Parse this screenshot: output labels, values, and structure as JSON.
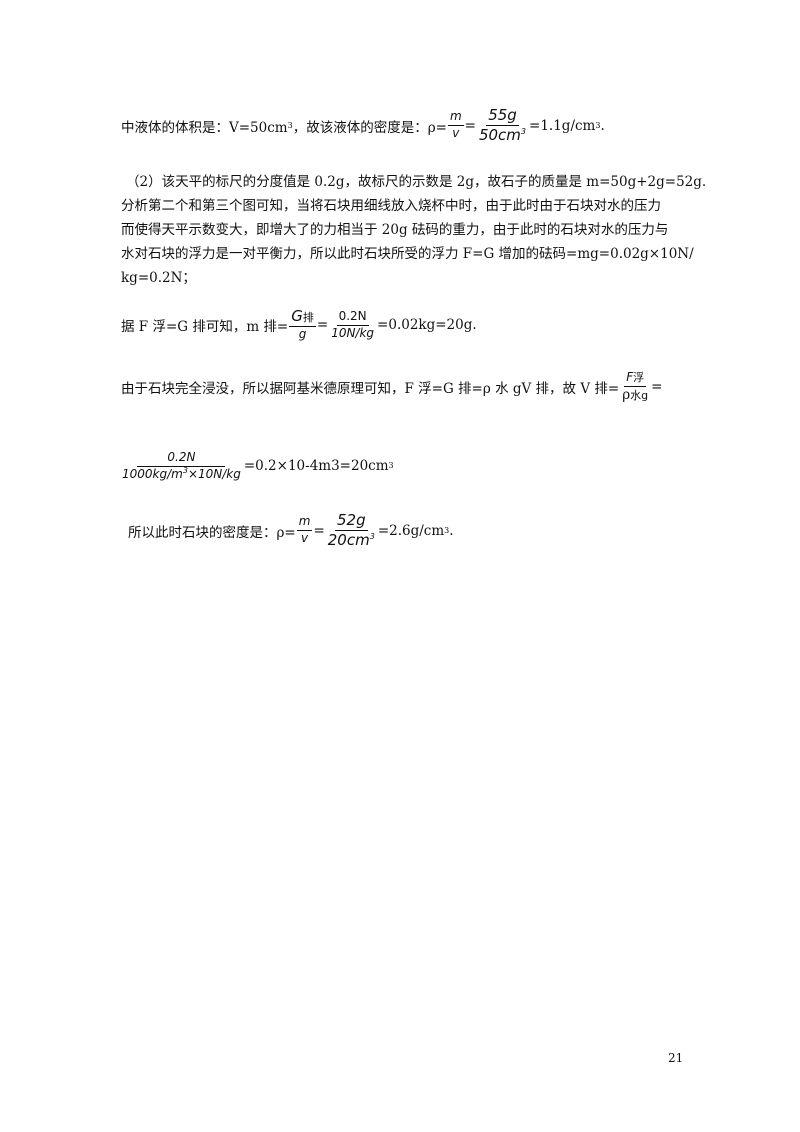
{
  "lines": {
    "l1": {
      "a": "中液体的体积是：V=50cm",
      "sup1": "3",
      "b": "，故该液体的密度是：ρ=",
      "num1": "m",
      "den1": "v",
      "eq": "=",
      "num2": "55g",
      "den2": "50cm",
      "den2_sup": "3",
      "c": "=1.1g/cm",
      "sup2": "3",
      "d": "."
    },
    "l2": "（2）该天平的标尺的分度值是 0.2g，故标尺的示数是 2g，故石子的质量是 m=50g+2g=52g.",
    "l3": "分析第二个和第三个图可知，当将石块用细线放入烧杯中时，由于此时由于石块对水的压力",
    "l4": "而使得天平示数变大，即增大了的力相当于 20g 砝码的重力，由于此时的石块对水的压力与",
    "l5": "水对石块的浮力是一对平衡力，所以此时石块所受的浮力 F=G 增加的砝码=mg=0.02g×10N/",
    "l6": "kg=0.2N；",
    "l7": {
      "a": "据 F 浮=G 排可知，m 排=",
      "num1": "G",
      "num1_sub": "排",
      "den1": "g",
      "eq": "=",
      "num2": "0.2N",
      "den2": "10N/kg",
      "b": "=0.02kg=20g."
    },
    "l8": {
      "a": "由于石块完全浸没，所以据阿基米德原理可知，F 浮=G 排=ρ 水 gV 排，故 V 排=",
      "num": "F",
      "num_sub": "浮",
      "den": "ρ",
      "den_sub": "水g",
      "b": "="
    },
    "l9": {
      "num": "0.2N",
      "den_a": "1000kg/m",
      "den_sup": "3",
      "den_b": "×10N/kg",
      "b": "=0.2×10-4m3=20cm",
      "sup": "3"
    },
    "l10": {
      "a": "所以此时石块的密度是：ρ=",
      "num1": "m",
      "den1": "v",
      "eq": "=",
      "num2": "52g",
      "den2": "20cm",
      "den2_sup": "3",
      "b": "=2.6g/cm",
      "sup": "3",
      "c": "."
    }
  },
  "page_number": "21"
}
